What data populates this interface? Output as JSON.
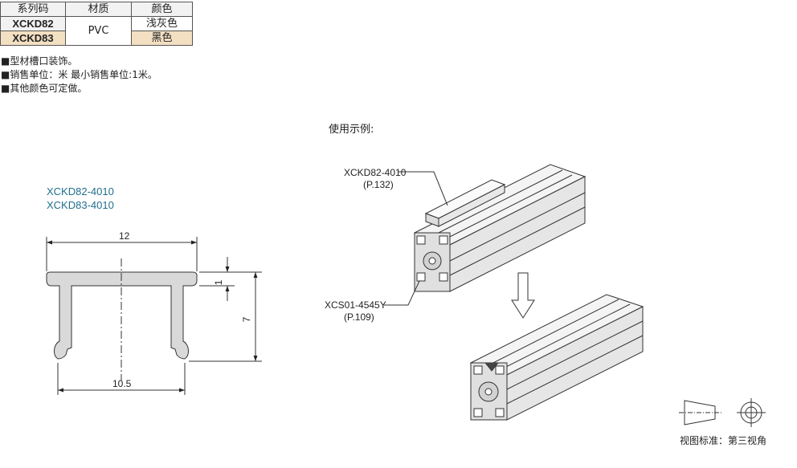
{
  "table": {
    "headers": [
      "系列码",
      "材质",
      "颜色"
    ],
    "rows": [
      {
        "code": "XCKD82",
        "color": "浅灰色"
      },
      {
        "code": "XCKD83",
        "color": "黑色"
      }
    ],
    "material": "PVC"
  },
  "notes": [
    "■型材槽口装饰。",
    "■销售单位：米 最小销售单位:1米。",
    "■其他颜色可定做。"
  ],
  "drawing": {
    "models": [
      "XCKD82-4010",
      "XCKD83-4010"
    ],
    "dims": {
      "width_top": "12",
      "thickness": "1",
      "height": "7",
      "width_bottom": "10.5"
    }
  },
  "example": {
    "title": "使用示例:",
    "callout1": {
      "code": "XCKD82-4010",
      "page": "(P.132)"
    },
    "callout2": {
      "code": "XCS01-4545Y",
      "page": "(P.109)"
    }
  },
  "projection": {
    "label": "视图标准：第三视角"
  }
}
